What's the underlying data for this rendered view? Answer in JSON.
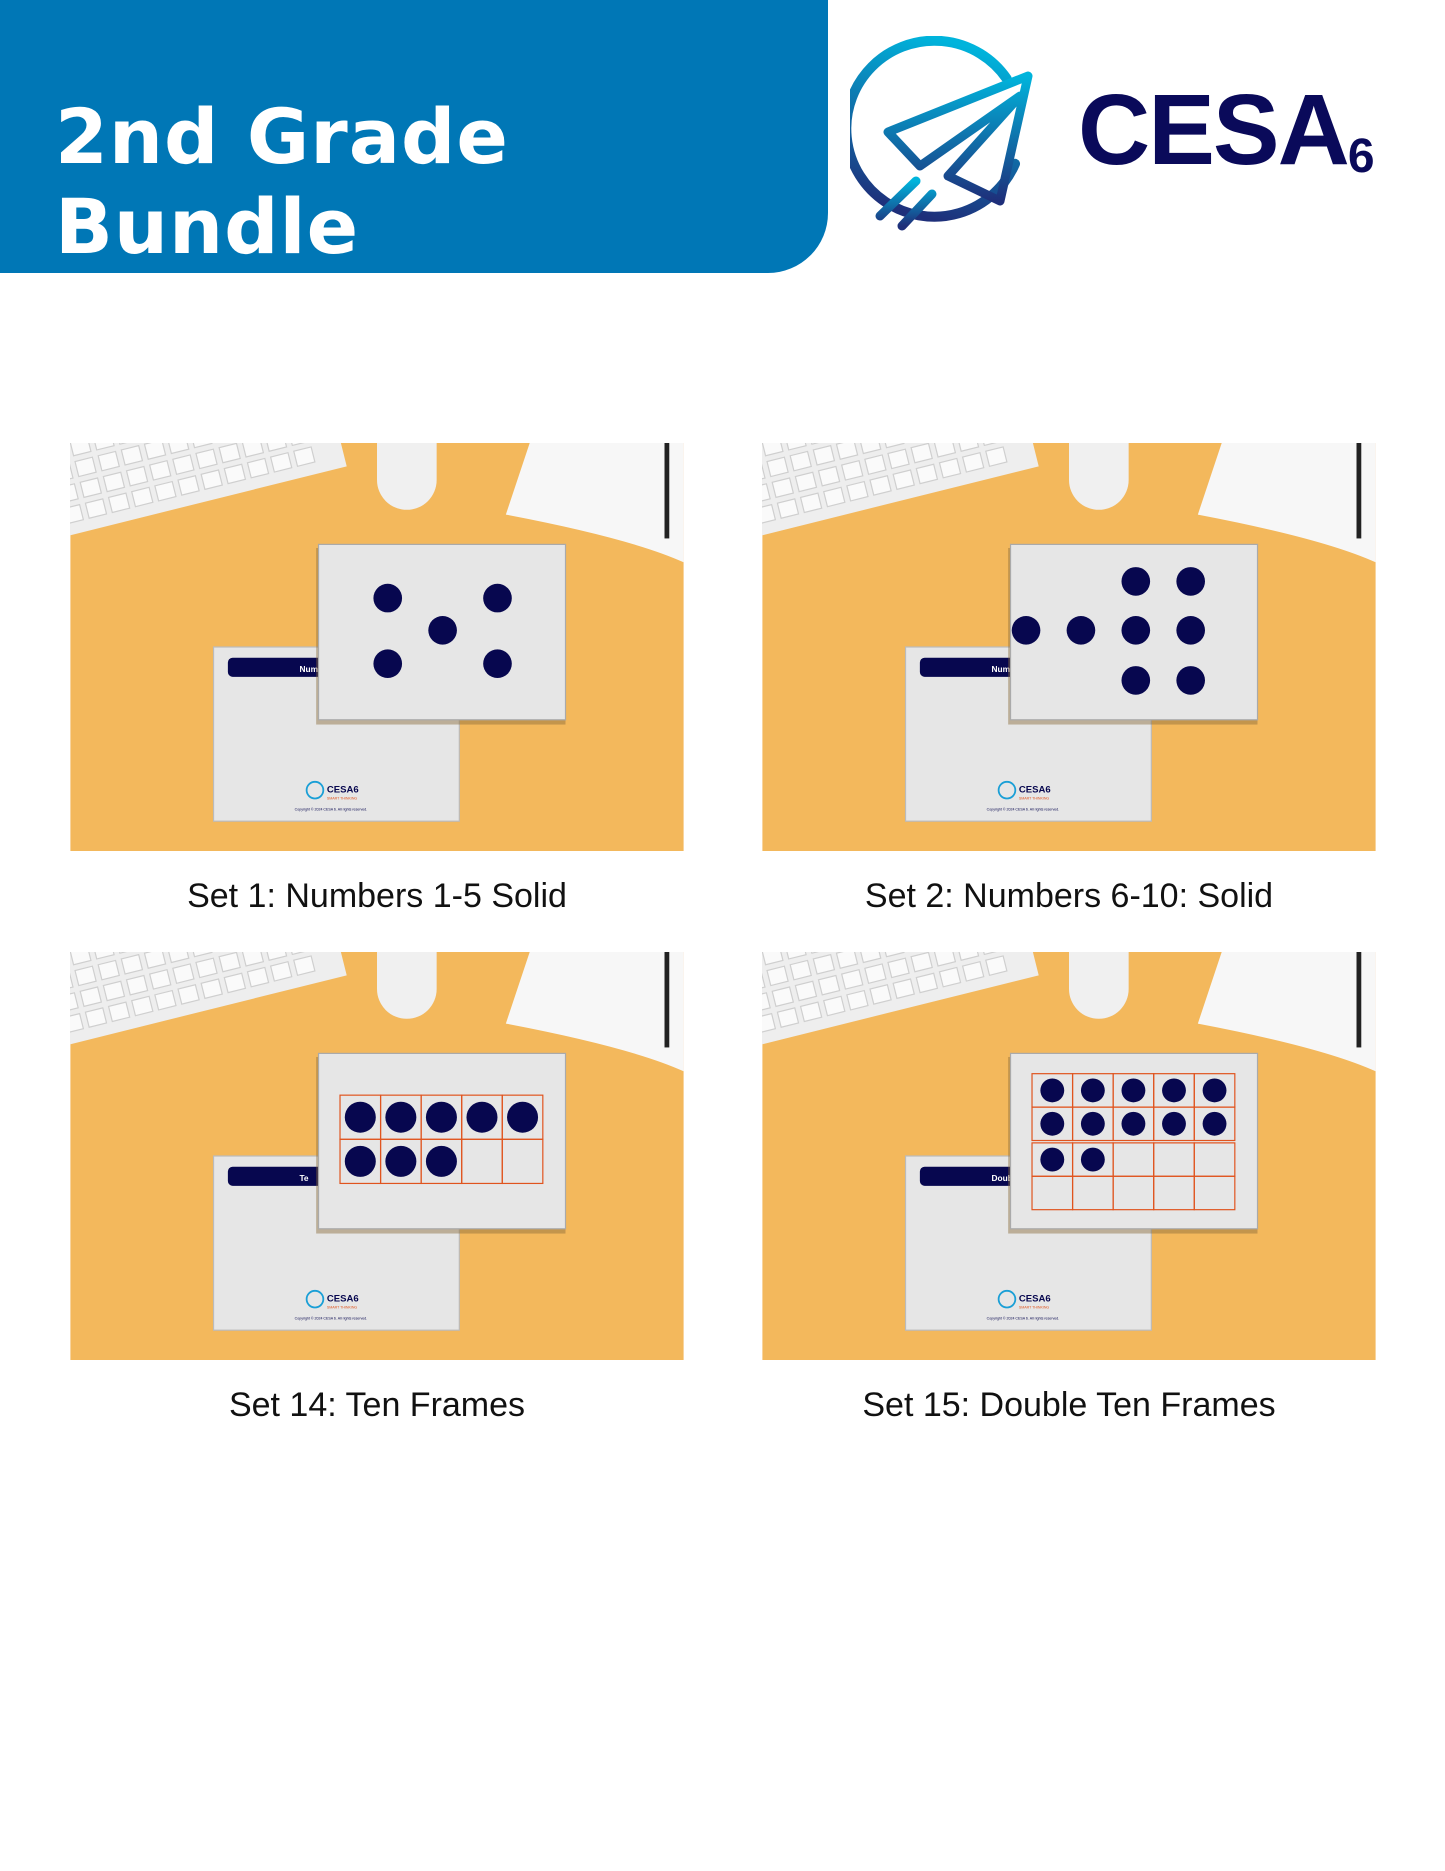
{
  "header": {
    "title": "2nd Grade Bundle",
    "brand_color": "#0077b6"
  },
  "logo": {
    "name": "CESA",
    "number": "6",
    "color": "#0a0a5a"
  },
  "card_mini": {
    "logo": "CESA6",
    "tagline": "SMART THINKING",
    "copyright": "Copyright © 2024 CESA 6. All rights reserved."
  },
  "sets": [
    {
      "caption": "Set 1: Numbers 1-5 Solid",
      "label_peek": "Numb",
      "type": "dots",
      "count": 5
    },
    {
      "caption": "Set 2: Numbers 6-10: Solid",
      "label_peek": "Numb",
      "type": "dots",
      "count": 8
    },
    {
      "caption": "Set 14: Ten Frames",
      "label_peek": "Te",
      "type": "ten-frame",
      "count": 8
    },
    {
      "caption": "Set 15: Double Ten Frames",
      "label_peek": "Doubl",
      "type": "double-ten-frame",
      "count": 12
    }
  ],
  "colors": {
    "desk": "#f3b85c",
    "card": "#e6e6e6",
    "dot": "#07074f",
    "frame": "#e0541e"
  }
}
